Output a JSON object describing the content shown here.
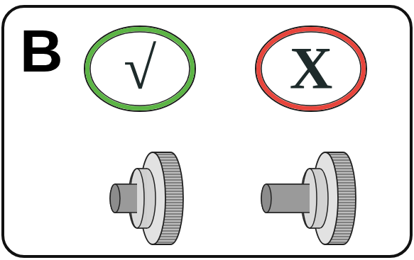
{
  "diagram": {
    "nodes": [
      {
        "text": [
          "√"
        ]
      },
      {
        "text": [
          "X"
        ]
      }
    ],
    "labels": [
      "B"
    ]
  }
}
